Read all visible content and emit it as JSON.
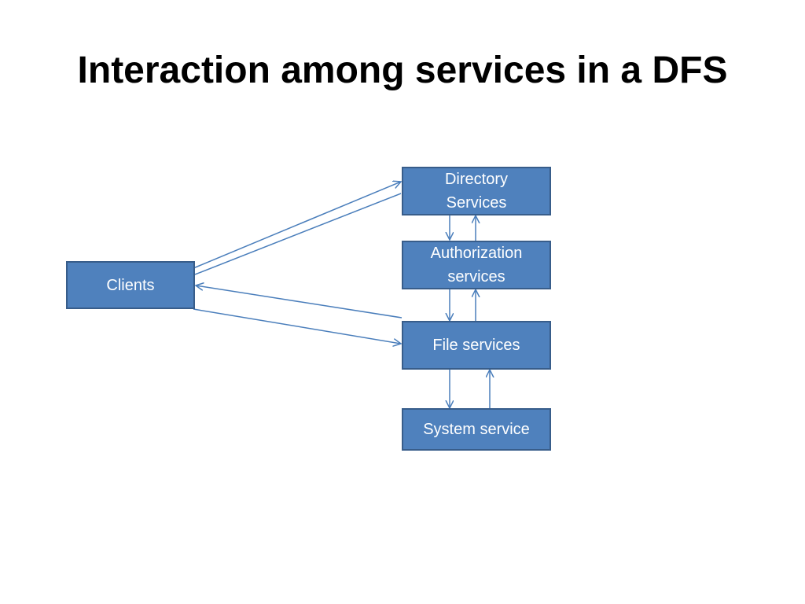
{
  "slide": {
    "title": "Interaction among services in a DFS"
  },
  "nodes": {
    "clients": "Clients",
    "directory": {
      "line1": "Directory",
      "line2": "Services"
    },
    "authorization": {
      "line1": "Authorization",
      "line2": "services"
    },
    "file": "File services",
    "system": "System service"
  },
  "colors": {
    "box_fill": "#4f81bd",
    "box_border": "#385d8a",
    "arrow": "#4a7ebb",
    "title": "#000000"
  }
}
